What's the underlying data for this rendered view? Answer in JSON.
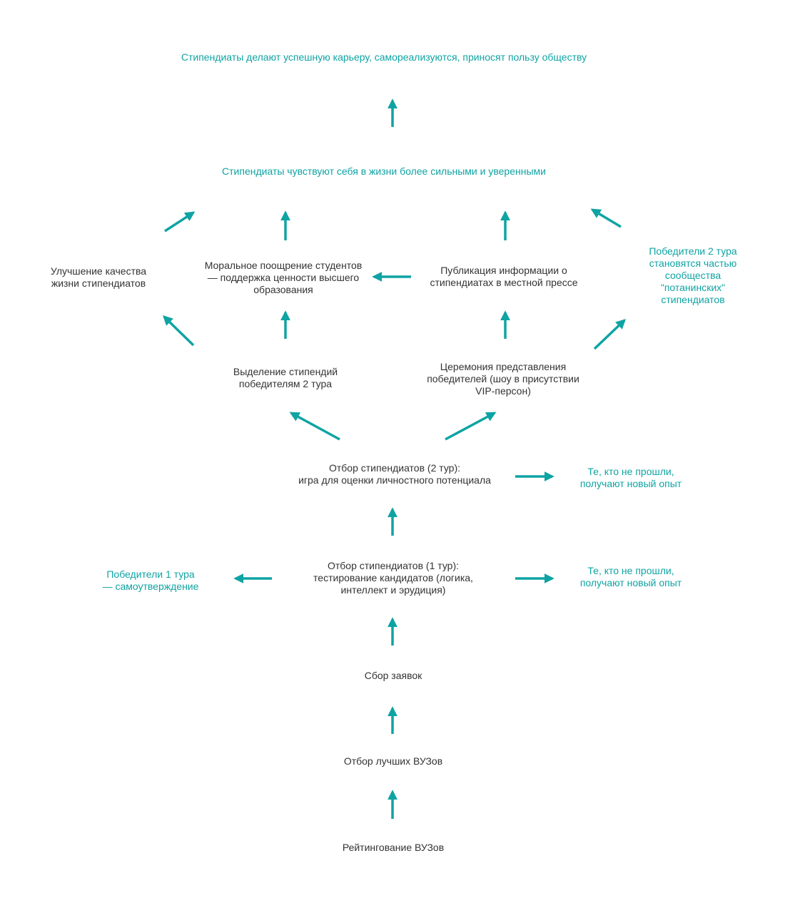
{
  "colors": {
    "accent": "#0fa3a3",
    "text": "#333333",
    "background": "#ffffff"
  },
  "nodes": {
    "career": "Стипендиаты делают успешную карьеру, самореализуются, приносят пользу обществу",
    "confident": "Стипендиаты чувствуют себя в жизни более сильными и уверенными",
    "quality_of_life": "Улучшение качества\nжизни стипендиатов",
    "moral": "Моральное поощрение студентов\n— поддержка ценности высшего\nобразования",
    "publication": "Публикация информации о\nстипендиатах в местной прессе",
    "winners2_community": "Победители 2 тура\nстановятся частью\nсообщества\n\"потанинских\"\nстипендиатов",
    "grants": "Выделение стипендий\nпобедителям 2 тура",
    "ceremony": "Церемония представления\nпобедителей (шоу в присутствии\nVIP-персон)",
    "round2": "Отбор стипендиатов (2 тур):\nигра для оценки личностного потенциала",
    "failed2": "Те, кто не прошли,\nполучают новый опыт",
    "round1": "Отбор стипендиатов (1 тур):\nтестирование кандидатов (логика,\nинтеллект и эрудиция)",
    "winners1": "Победители 1 тура\n— самоутверждение",
    "failed1": "Те, кто не прошли,\nполучают новый опыт",
    "applications": "Сбор заявок",
    "best_universities": "Отбор лучших ВУЗов",
    "ranking": "Рейтингование ВУЗов"
  }
}
